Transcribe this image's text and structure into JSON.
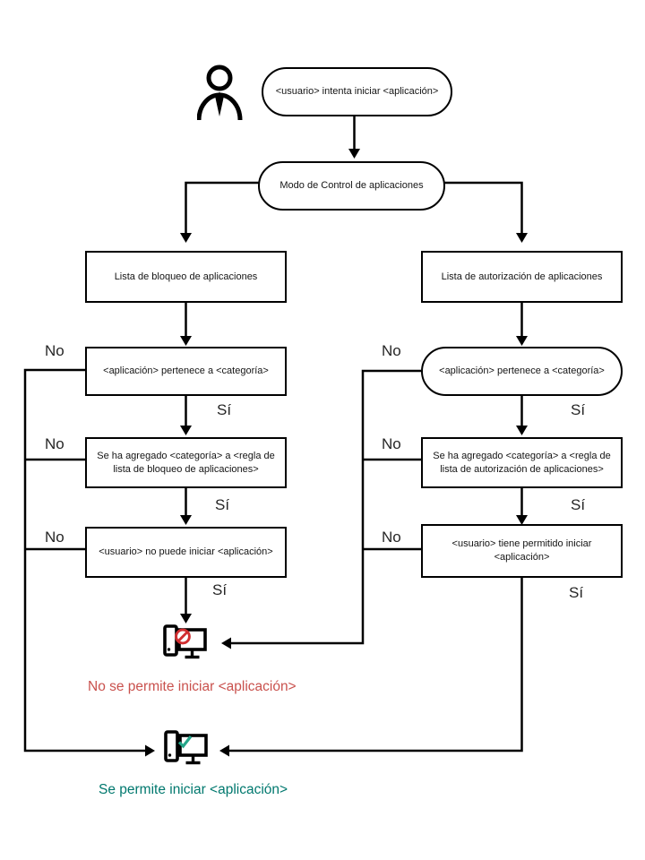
{
  "diagram": {
    "title_hint": "Application Control flowchart (Spanish)",
    "background_color": "#ffffff",
    "line_color": "#000000",
    "nodes": {
      "start": "<usuario> intenta iniciar <aplicación>",
      "mode": "Modo de Control de aplicaciones",
      "denylist": "Lista de bloqueo de aplicaciones",
      "allowlist": "Lista de autorización de aplicaciones",
      "deny_category_check": "<aplicación> pertenece a <categoría>",
      "allow_category_check": "<aplicación> pertenece a <categoría>",
      "deny_rule_check": "Se ha agregado <categoría> a <regla de lista de bloqueo de aplicaciones>",
      "allow_rule_check": "Se ha agregado <categoría> a <regla de lista de autorización de aplicaciones>",
      "deny_result": "<usuario> no puede iniciar <aplicación>",
      "allow_result": "<usuario> tiene permitido iniciar <aplicación>"
    },
    "labels": {
      "no": "No",
      "yes": "Sí"
    },
    "outcomes": {
      "blocked": {
        "text": "No se permite iniciar <aplicación>",
        "color": "#c9514d"
      },
      "allowed": {
        "text": "Se permite iniciar <aplicación>",
        "color": "#00786e"
      }
    },
    "icons": {
      "user": "user-icon",
      "blocked": "computer-blocked-icon",
      "allowed": "computer-allowed-icon",
      "blocked_badge_color": "#d02d30",
      "allowed_badge_color": "#25a589"
    }
  }
}
